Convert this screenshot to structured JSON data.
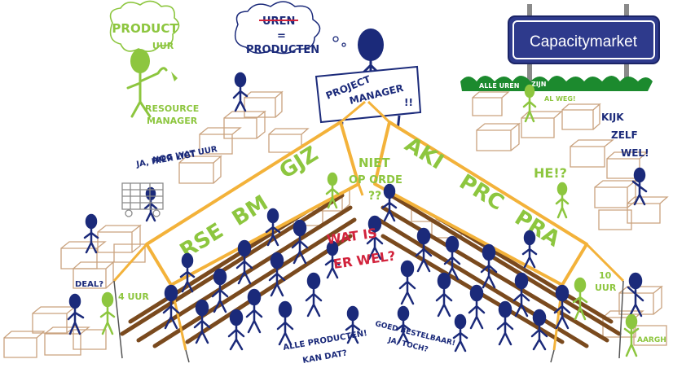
{
  "colors": {
    "green": "#8DC63F",
    "navy": "#1B2A7A",
    "red": "#D2233C",
    "box": "#C9A27E",
    "roof": "#F3B23A",
    "wood": "#7A4A1E",
    "hedge": "#1C8A2E",
    "sign": "#2E3A8C"
  },
  "resource_manager": {
    "thought_line1": "PRODUCT",
    "thought_line2": "UUR",
    "label_line1": "RESOURCE",
    "label_line2": "MANAGER"
  },
  "project_manager": {
    "thought_crossed": "UREN",
    "thought_equals": "=",
    "thought_result": "PRODUCTEN",
    "sign_line1": "PROJECT",
    "sign_line2": "MANAGER",
    "sign_mark": "!!"
  },
  "capacitymarket": {
    "sign": "Capacitymarket",
    "hedge_text_1": "ALLE UREN",
    "hedge_text_2": "ZIJN",
    "hedge_text_3": "AL WEG!"
  },
  "tents": {
    "left": [
      "RSE",
      "BM",
      "GJZ"
    ],
    "right": [
      "AKI",
      "PRC",
      "PRA"
    ]
  },
  "speech": {
    "hier_ligt_1": "JA, HIER LIGT",
    "hier_ligt_2": "NOG WAT UUR",
    "kijk_1": "KIJK",
    "kijk_2": "ZELF",
    "kijk_3": "WEL!",
    "niet_1": "NIET",
    "niet_2": "OP ORDE",
    "niet_3": "??",
    "he": "HE!?",
    "wat_is_1": "WAT IS",
    "wat_is_2": "ER WEL?",
    "deal": "DEAL?",
    "vier_uur": "4 UUR",
    "tien_uur_1": "10",
    "tien_uur_2": "UUR",
    "alle_1": "ALLE PRODUCTEN!",
    "alle_2": "KAN DAT?",
    "goed_1": "GOED BESTELBAAR!",
    "goed_2": "JA, TOCH?",
    "aargh": "AARGH"
  }
}
